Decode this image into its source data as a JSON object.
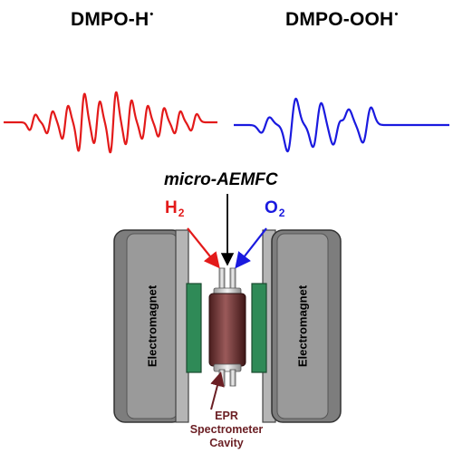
{
  "spectra": {
    "left": {
      "label": "DMPO-H",
      "sup": "•",
      "color": "#e31a1a"
    },
    "right": {
      "label": "DMPO-OOH",
      "sup": "•",
      "color": "#1a1adf"
    }
  },
  "cell": {
    "label": "micro-AEMFC"
  },
  "gases": {
    "h2": {
      "base": "H",
      "sub": "2",
      "color": "#e31a1a"
    },
    "o2": {
      "base": "O",
      "sub": "2",
      "color": "#1a1adf"
    }
  },
  "magnets": {
    "left": "Electromagnet",
    "right": "Electromagnet"
  },
  "cavity": {
    "lines": [
      "EPR",
      "Spectrometer",
      "Cavity"
    ],
    "color": "#6b1f24"
  },
  "colors": {
    "magnet_gray": "#808080",
    "pole_green": "#2e8b57",
    "cell_brown": "#7a3b3b"
  }
}
